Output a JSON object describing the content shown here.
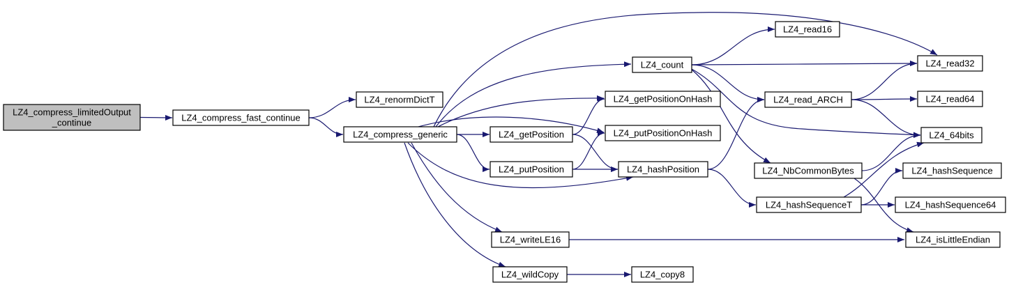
{
  "diagram": {
    "type": "call-graph",
    "colors": {
      "edge": "#191970",
      "node_border": "#000000",
      "root_fill": "#bfbfbf",
      "node_fill": "#ffffff"
    },
    "nodes": [
      {
        "id": "root",
        "lines": [
          "LZ4_compress_limitedOutput",
          "_continue"
        ],
        "root": true
      },
      {
        "id": "fastcont",
        "lines": [
          "LZ4_compress_fast_continue"
        ]
      },
      {
        "id": "renorm",
        "lines": [
          "LZ4_renormDictT"
        ]
      },
      {
        "id": "generic",
        "lines": [
          "LZ4_compress_generic"
        ]
      },
      {
        "id": "count",
        "lines": [
          "LZ4_count"
        ]
      },
      {
        "id": "getposhash",
        "lines": [
          "LZ4_getPositionOnHash"
        ]
      },
      {
        "id": "putposhash",
        "lines": [
          "LZ4_putPositionOnHash"
        ]
      },
      {
        "id": "getpos",
        "lines": [
          "LZ4_getPosition"
        ]
      },
      {
        "id": "putpos",
        "lines": [
          "LZ4_putPosition"
        ]
      },
      {
        "id": "hashpos",
        "lines": [
          "LZ4_hashPosition"
        ]
      },
      {
        "id": "writele16",
        "lines": [
          "LZ4_writeLE16"
        ]
      },
      {
        "id": "wildcopy",
        "lines": [
          "LZ4_wildCopy"
        ]
      },
      {
        "id": "copy8",
        "lines": [
          "LZ4_copy8"
        ]
      },
      {
        "id": "read16",
        "lines": [
          "LZ4_read16"
        ]
      },
      {
        "id": "readarch",
        "lines": [
          "LZ4_read_ARCH"
        ]
      },
      {
        "id": "nbcommon",
        "lines": [
          "LZ4_NbCommonBytes"
        ]
      },
      {
        "id": "hashseqT",
        "lines": [
          "LZ4_hashSequenceT"
        ]
      },
      {
        "id": "read32",
        "lines": [
          "LZ4_read32"
        ]
      },
      {
        "id": "read64",
        "lines": [
          "LZ4_read64"
        ]
      },
      {
        "id": "bits64",
        "lines": [
          "LZ4_64bits"
        ]
      },
      {
        "id": "hashseq",
        "lines": [
          "LZ4_hashSequence"
        ]
      },
      {
        "id": "hashseq64",
        "lines": [
          "LZ4_hashSequence64"
        ]
      },
      {
        "id": "islittle",
        "lines": [
          "LZ4_isLittleEndian"
        ]
      }
    ],
    "edges": [
      {
        "from": "root",
        "to": "fastcont"
      },
      {
        "from": "fastcont",
        "to": "renorm"
      },
      {
        "from": "fastcont",
        "to": "generic"
      },
      {
        "from": "generic",
        "to": "read32"
      },
      {
        "from": "generic",
        "to": "count"
      },
      {
        "from": "generic",
        "to": "getposhash"
      },
      {
        "from": "generic",
        "to": "putposhash"
      },
      {
        "from": "generic",
        "to": "getpos"
      },
      {
        "from": "generic",
        "to": "putpos"
      },
      {
        "from": "generic",
        "to": "hashpos"
      },
      {
        "from": "generic",
        "to": "writele16"
      },
      {
        "from": "generic",
        "to": "wildcopy"
      },
      {
        "from": "count",
        "to": "read16"
      },
      {
        "from": "count",
        "to": "read32"
      },
      {
        "from": "count",
        "to": "readarch"
      },
      {
        "from": "count",
        "to": "bits64"
      },
      {
        "from": "count",
        "to": "nbcommon"
      },
      {
        "from": "getpos",
        "to": "getposhash"
      },
      {
        "from": "getpos",
        "to": "hashpos"
      },
      {
        "from": "putpos",
        "to": "putposhash"
      },
      {
        "from": "putpos",
        "to": "hashpos"
      },
      {
        "from": "hashpos",
        "to": "readarch"
      },
      {
        "from": "hashpos",
        "to": "hashseqT"
      },
      {
        "from": "readarch",
        "to": "read32"
      },
      {
        "from": "readarch",
        "to": "read64"
      },
      {
        "from": "readarch",
        "to": "bits64"
      },
      {
        "from": "nbcommon",
        "to": "bits64"
      },
      {
        "from": "nbcommon",
        "to": "islittle"
      },
      {
        "from": "hashseqT",
        "to": "bits64"
      },
      {
        "from": "hashseqT",
        "to": "hashseq"
      },
      {
        "from": "hashseqT",
        "to": "hashseq64"
      },
      {
        "from": "writele16",
        "to": "islittle"
      },
      {
        "from": "wildcopy",
        "to": "copy8"
      }
    ]
  }
}
